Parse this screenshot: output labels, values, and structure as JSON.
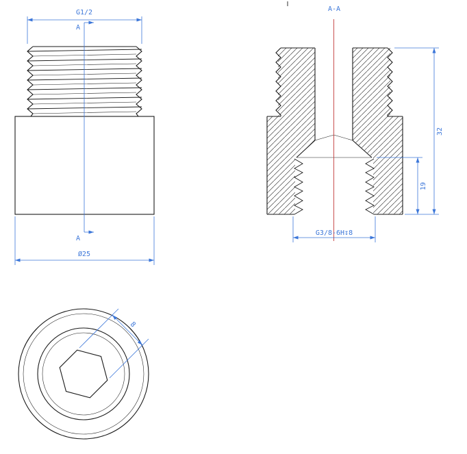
{
  "colors": {
    "geometry": "#1a1a1a",
    "dimension": "#3b76d9",
    "centerline": "#c23c3c",
    "hatch": "#444444",
    "background": "#ffffff"
  },
  "front_view": {
    "thread_dim": "G1/2",
    "section_label_top": "A",
    "section_label_bottom": "A",
    "diameter_dim": "Ø25"
  },
  "section_view": {
    "view_label": "A-A",
    "overall_height_dim": "32",
    "body_height_dim": "19",
    "internal_thread_dim": "G3/8-6H↧8"
  },
  "bottom_view": {
    "hex_socket_dim": "8"
  }
}
